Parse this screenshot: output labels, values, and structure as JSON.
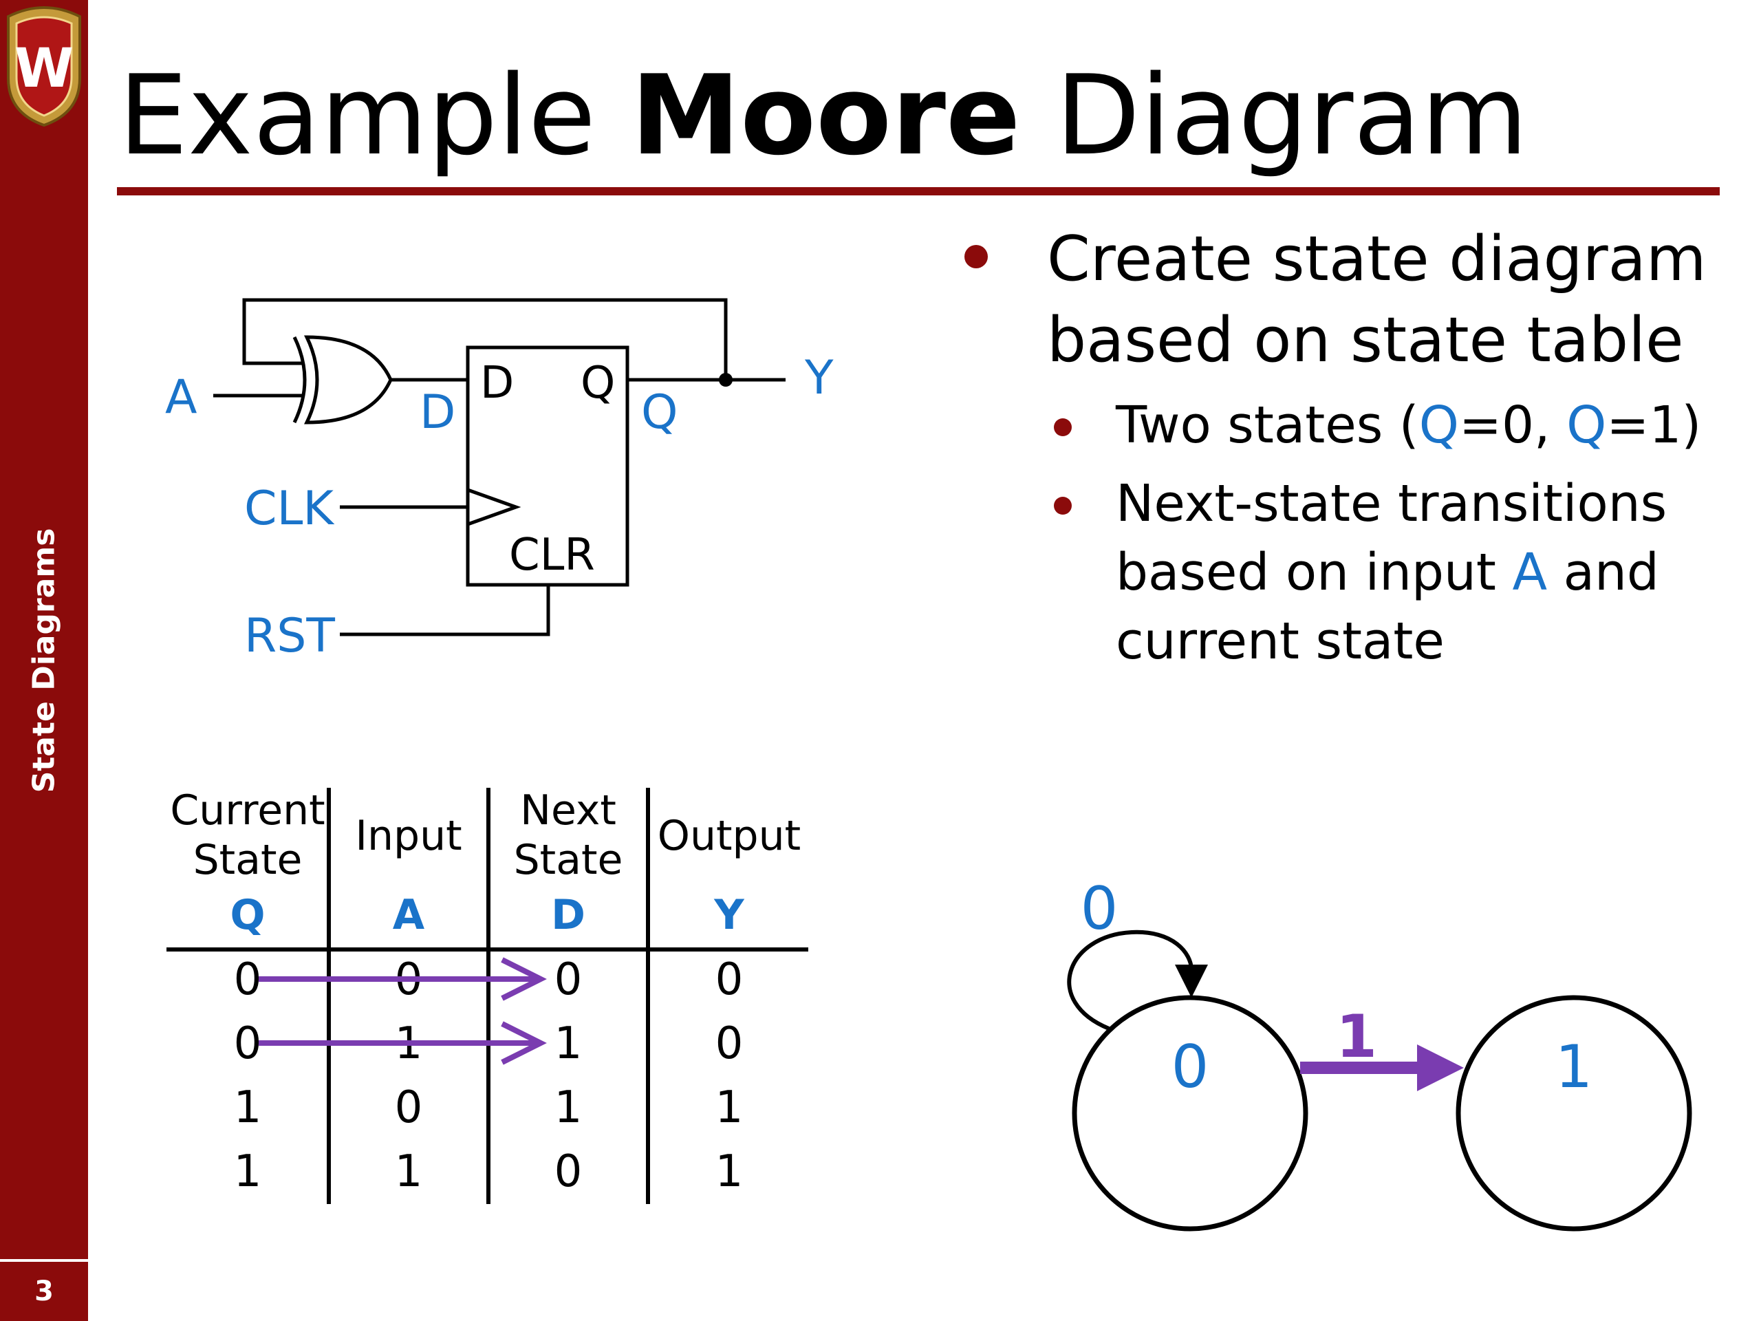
{
  "slide": {
    "section_label": "State Diagrams",
    "page_number": "3",
    "title_prefix": "Example ",
    "title_bold": "Moore",
    "title_suffix": " Diagram",
    "logo_letter": "W"
  },
  "colors": {
    "sidebar": "#8b0b0b",
    "accent_blue": "#1a73c9",
    "highlight_purple": "#7a3cb0"
  },
  "bullets": {
    "main": "Create state diagram based on state table",
    "sub1": {
      "prefix": "Two states (",
      "q1": "Q",
      "mid1": "=0, ",
      "q2": "Q",
      "mid2": "=1)"
    },
    "sub2": {
      "prefix": "Next-state transitions based on input ",
      "input": "A",
      "suffix": " and current state"
    }
  },
  "circuit": {
    "input_label": "A",
    "xor_output_label": "D",
    "ff_d_pin": "D",
    "ff_q_pin": "Q",
    "ff_q_out_label": "Q",
    "output_label": "Y",
    "clock_label": "CLK",
    "reset_label": "RST",
    "clear_pin": "CLR"
  },
  "state_table": {
    "headers": [
      {
        "line1": "Current",
        "line2": "State",
        "var": "Q"
      },
      {
        "line1": "Input",
        "line2": "",
        "var": "A"
      },
      {
        "line1": "Next",
        "line2": "State",
        "var": "D"
      },
      {
        "line1": "Output",
        "line2": "",
        "var": "Y"
      }
    ],
    "rows": [
      [
        "0",
        "0",
        "0",
        "0"
      ],
      [
        "0",
        "1",
        "1",
        "0"
      ],
      [
        "1",
        "0",
        "1",
        "1"
      ],
      [
        "1",
        "1",
        "0",
        "1"
      ]
    ],
    "highlighted_rows": [
      0,
      1
    ]
  },
  "state_diagram": {
    "states": [
      {
        "label": "0"
      },
      {
        "label": "1"
      }
    ],
    "transitions": [
      {
        "from": "0",
        "to": "0",
        "label": "0",
        "highlight": false
      },
      {
        "from": "0",
        "to": "1",
        "label": "1",
        "highlight": true
      }
    ]
  }
}
